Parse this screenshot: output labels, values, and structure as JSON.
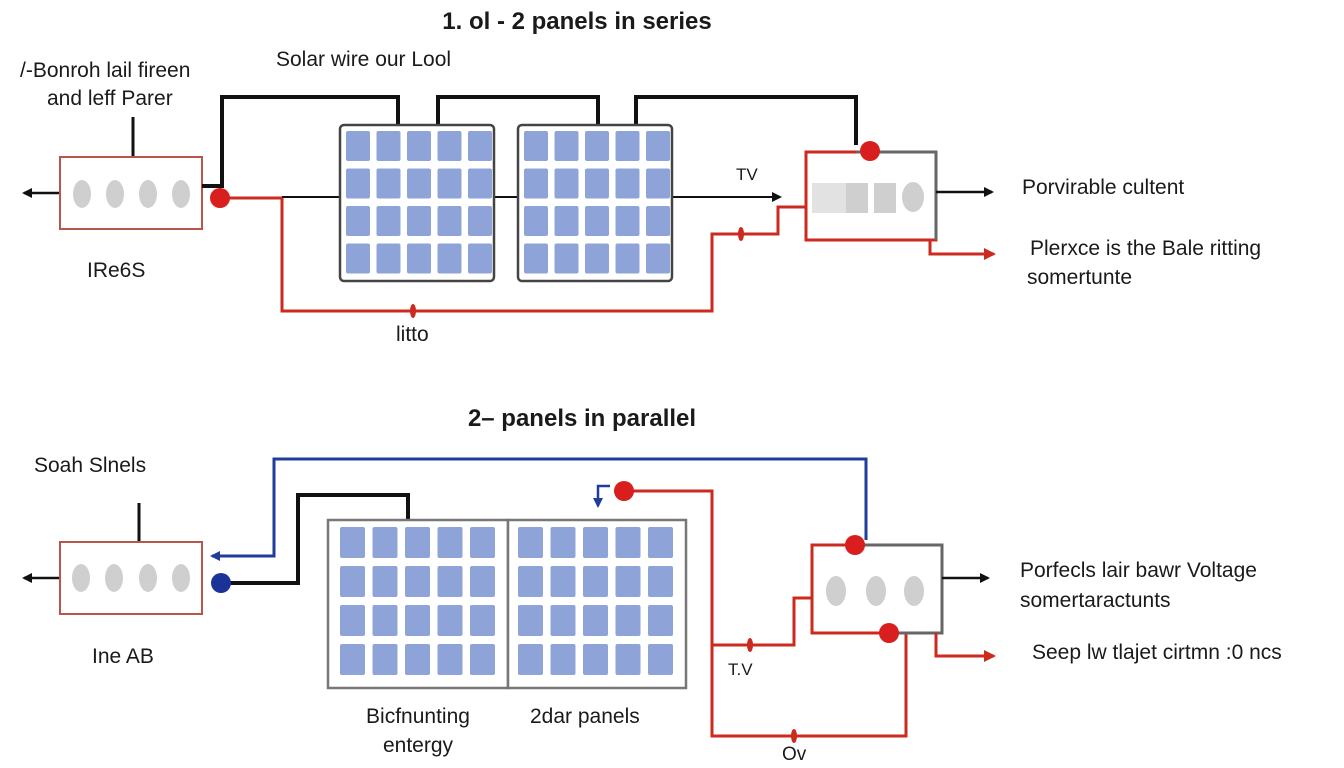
{
  "colors": {
    "negative_wire": "#111111",
    "positive_wire": "#cc2a1e",
    "parallel_wire": "#1f3d99",
    "panel_cell": "#8ea3d8",
    "panel_frame": "#555555",
    "box_outline": "#b8564c",
    "controller_outline": "#666666",
    "terminal_dot_red": "#d91e1e",
    "terminal_dot_blue": "#1a3399"
  },
  "series": {
    "title": "1. ol - 2 panels in series",
    "top_label": "Solar wire our Lool",
    "left_label_line1": "/-Bonroh lail fireen",
    "left_label_line2": "and leff Parer",
    "left_box_label": "IRe6S",
    "wire_label_tv": "TV",
    "bottom_wire_label": "litto",
    "right_label_1": "Porvirable cultent",
    "right_label_2_line1": "Plerxce is the Bale ritting",
    "right_label_2_line2": "somertunte"
  },
  "parallel": {
    "title": "2– panels in parallel",
    "left_label": "Soah Slnels",
    "left_box_label": "Ine AB",
    "panel_left_label_line1": "Bicfnunting",
    "panel_left_label_line2": "entergy",
    "panel_right_label": "2dar panels",
    "wire_label_tv": "T.V",
    "bottom_wire_label": "Ov",
    "right_label_1_line1": "Porfecls lair bawr Voltage",
    "right_label_1_line2": "somertaractunts",
    "right_label_2": "Seep lw tlajet cirtmn :0 ncs"
  },
  "icons": [
    "arrow-left-icon",
    "arrow-right-icon",
    "solar-panel-icon",
    "terminal-dot-icon"
  ]
}
